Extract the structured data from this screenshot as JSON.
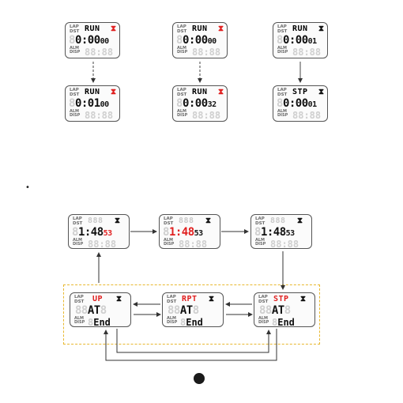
{
  "labels": {
    "lap": "LAP",
    "dst": "DST",
    "alm": "ALM",
    "disp": "DISP"
  },
  "top_panels": [
    {
      "mode": "RUN",
      "time": "0:00",
      "sub": "00"
    },
    {
      "mode": "RUN",
      "time": "0:00",
      "sub": "00"
    },
    {
      "mode": "RUN",
      "time": "0:00",
      "sub": "01"
    }
  ],
  "result_panels": [
    {
      "mode": "RUN",
      "time": "0:01",
      "sub": "00"
    },
    {
      "mode": "RUN",
      "time": "0:00",
      "sub": "32"
    },
    {
      "mode": "STP",
      "time": "0:00",
      "sub": "01"
    }
  ],
  "bullet": "•",
  "interval_panels": [
    {
      "time": "1:48",
      "sub": "53"
    },
    {
      "time": "1:48",
      "sub": "53"
    },
    {
      "time": "1:48",
      "sub": "53"
    }
  ],
  "menu_panels": [
    {
      "mode": "UP",
      "line2": "AT",
      "line3": "End"
    },
    {
      "mode": "RPT",
      "line2": "AT",
      "line3": "End"
    },
    {
      "mode": "STP",
      "line2": "AT",
      "line3": "End"
    }
  ],
  "ghost_digits": "88:88",
  "ghost_mode": "888",
  "colors": {
    "accent": "#e02020",
    "dash": "#e8b830",
    "frame": "#555555"
  }
}
